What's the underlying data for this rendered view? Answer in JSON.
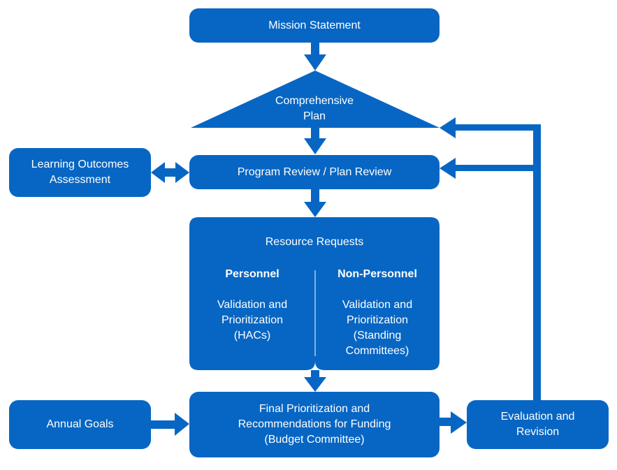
{
  "colors": {
    "primary": "#0766C3",
    "text": "#FFFFFF",
    "background": "#FFFFFF"
  },
  "nodes": {
    "mission": {
      "label": "Mission Statement"
    },
    "comprehensive_plan": {
      "lines": [
        "Comprehensive",
        "Plan"
      ]
    },
    "learning_outcomes": {
      "lines": [
        "Learning Outcomes",
        "Assessment"
      ]
    },
    "program_review": {
      "label": "Program Review / Plan Review"
    },
    "resource_requests": {
      "title": "Resource Requests",
      "personnel": {
        "heading": "Personnel",
        "lines": [
          "Validation and",
          "Prioritization",
          "(HACs)"
        ]
      },
      "non_personnel": {
        "heading": "Non-Personnel",
        "lines": [
          "Validation and",
          "Prioritization",
          "(Standing",
          "Committees)"
        ]
      }
    },
    "annual_goals": {
      "label": "Annual Goals"
    },
    "final_prioritization": {
      "lines": [
        "Final Prioritization and",
        "Recommendations for Funding",
        "(Budget Committee)"
      ]
    },
    "evaluation": {
      "lines": [
        "Evaluation and",
        "Revision"
      ]
    }
  },
  "edges": [
    {
      "from": "Mission Statement",
      "to": "Comprehensive Plan"
    },
    {
      "from": "Comprehensive Plan",
      "to": "Program Review / Plan Review"
    },
    {
      "from": "Learning Outcomes Assessment",
      "to": "Program Review / Plan Review",
      "bidirectional": true
    },
    {
      "from": "Program Review / Plan Review",
      "to": "Resource Requests"
    },
    {
      "from": "Resource Requests",
      "to": "Final Prioritization and Recommendations for Funding"
    },
    {
      "from": "Annual Goals",
      "to": "Final Prioritization and Recommendations for Funding"
    },
    {
      "from": "Final Prioritization and Recommendations for Funding",
      "to": "Evaluation and Revision"
    },
    {
      "from": "Evaluation and Revision",
      "to": "Comprehensive Plan"
    },
    {
      "from": "Evaluation and Revision",
      "to": "Program Review / Plan Review"
    }
  ]
}
